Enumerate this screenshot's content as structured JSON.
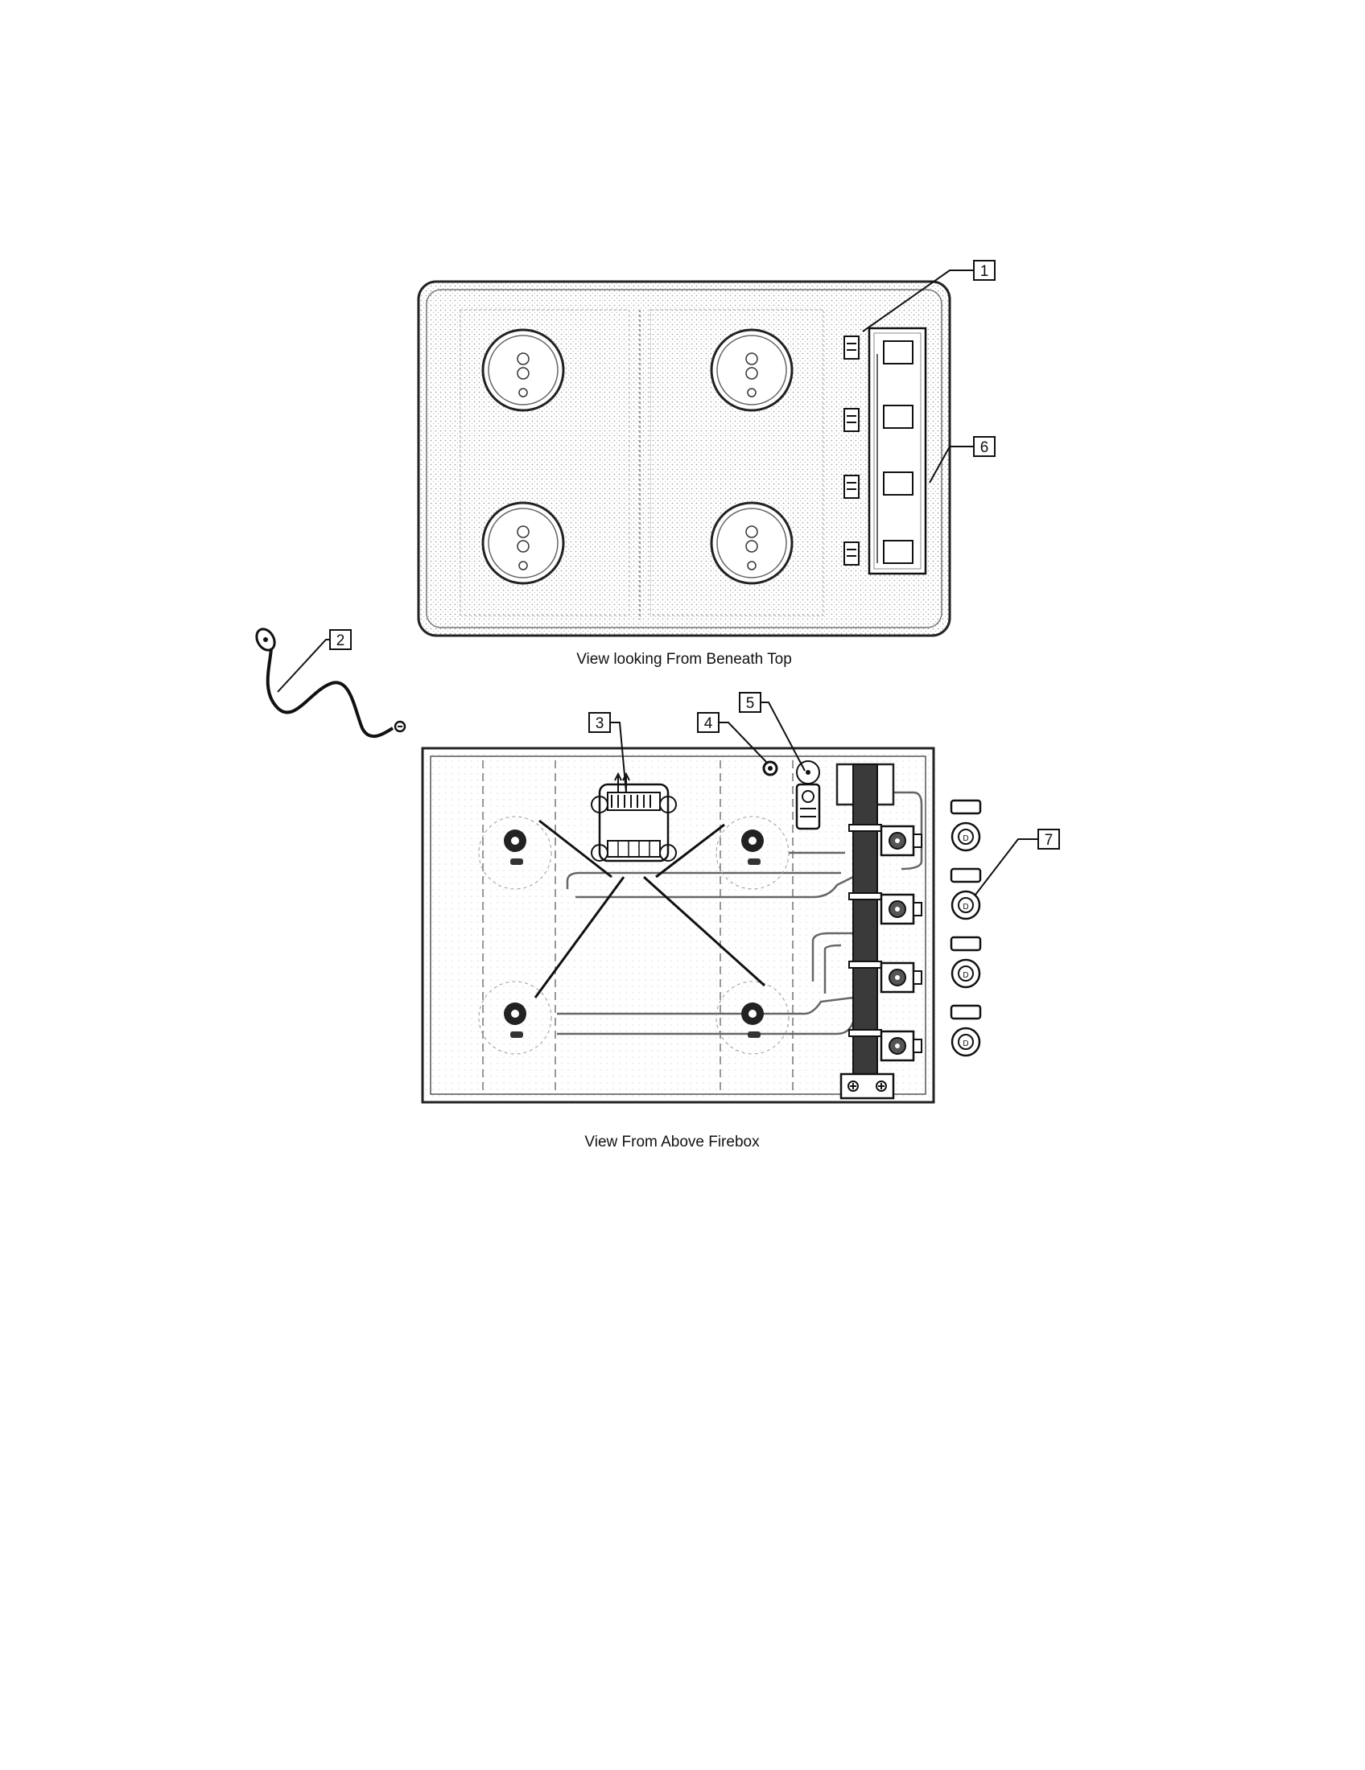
{
  "captions": {
    "top_view": "View looking From Beneath Top",
    "bottom_view": "View From Above Firebox"
  },
  "callouts": [
    "1",
    "2",
    "3",
    "4",
    "5",
    "6",
    "7"
  ]
}
